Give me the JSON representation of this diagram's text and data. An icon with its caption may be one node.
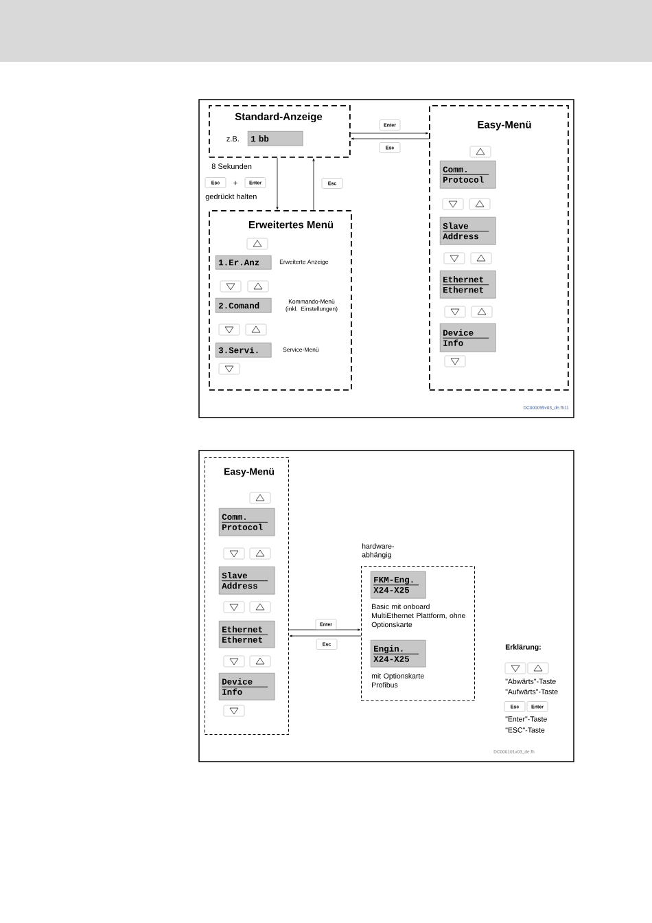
{
  "diagram": {
    "nodes": [
      {
        "text": [
          "Standard-Anzeige"
        ]
      },
      {
        "text": [
          "1 bb"
        ],
        "in": 0,
        "beside": [
          "z.B."
        ]
      },
      {
        "text": [
          "Erweitertes Menü"
        ]
      },
      {
        "text": [
          "1.Er.Anz"
        ],
        "in": 2,
        "beside": [
          "Erweiterte Anzeige"
        ]
      },
      {
        "text": [
          "2.Comand"
        ],
        "in": 2,
        "beside": [
          "Kommando-Menü (inkl. Einstellungen)"
        ]
      },
      {
        "text": [
          "3.Servi."
        ],
        "in": 2,
        "beside": [
          "Service-Menü"
        ]
      },
      {
        "text": [
          "Easy-Menü"
        ]
      },
      {
        "text": [
          "Comm.",
          "Protocol"
        ],
        "in": 6
      },
      {
        "text": [
          "Slave",
          "Address"
        ],
        "in": 6
      },
      {
        "text": [
          "Ethernet",
          "Ethernet"
        ],
        "in": 6
      },
      {
        "text": [
          "Device",
          "Info"
        ],
        "in": 6
      },
      {
        "text": [
          "Easy-Menü"
        ]
      },
      {
        "text": [
          "Comm.",
          "Protocol"
        ],
        "in": 11
      },
      {
        "text": [
          "Slave",
          "Address"
        ],
        "in": 11
      },
      {
        "text": [
          "Ethernet",
          "Ethernet"
        ],
        "in": 11
      },
      {
        "text": [
          "Device",
          "Info"
        ],
        "in": 11
      },
      {
        "text": [
          "hardware- abhängig"
        ]
      },
      {
        "text": [
          "FKM-Eng.",
          "X24-X25"
        ],
        "in": 16,
        "beside": [
          "Basic mit onboard MultiEthernet Plattform, ohne Optionskarte"
        ]
      },
      {
        "text": [
          "Engin.",
          "X24-X25"
        ],
        "in": 16,
        "beside": [
          "mit Optionskarte Profibus"
        ]
      }
    ],
    "edges": [
      {
        "from": 0,
        "to": 6,
        "arrow": "to",
        "label": "Enter"
      },
      {
        "from": 6,
        "to": 0,
        "arrow": "to",
        "label": "Esc"
      },
      {
        "from": 0,
        "to": 2,
        "arrow": "to"
      },
      {
        "from": 2,
        "to": 0,
        "arrow": "to",
        "label": "Esc"
      },
      {
        "from": 11,
        "to": 16,
        "arrow": "to",
        "label": "Enter"
      },
      {
        "from": 16,
        "to": 11,
        "arrow": "to",
        "label": "Esc"
      }
    ],
    "labels": [
      "8 Sekunden",
      "Esc",
      "+",
      "Enter",
      "gedrückt halten",
      "DC000099v03_de.fh11",
      "Erklärung:",
      "Esc",
      "Enter",
      "DC000101v03_de.fh"
    ],
    "legend": [
      {
        "text": "\"Abwärts\"-Taste"
      },
      {
        "text": "\"Aufwärts\"-Taste"
      },
      {
        "text": "\"Enter\"-Taste"
      },
      {
        "text": "\"ESC\"-Taste"
      }
    ]
  }
}
